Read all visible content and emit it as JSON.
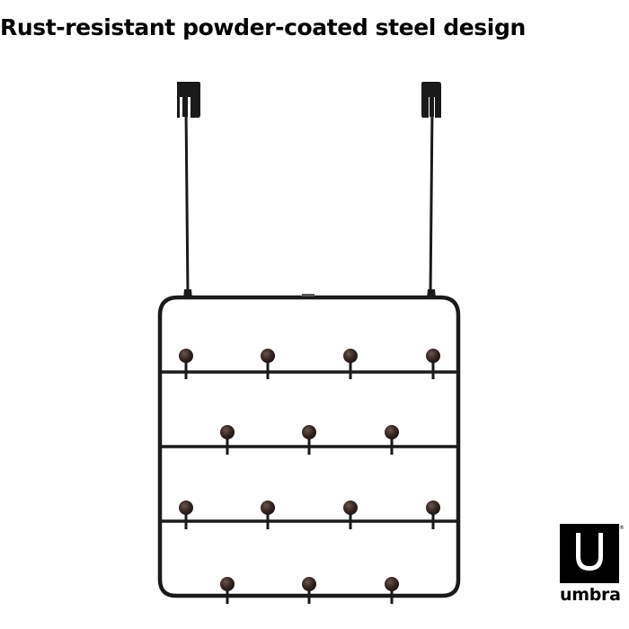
{
  "headline": "Rust-resistant powder-coated steel design",
  "brand": {
    "name": "umbra",
    "symbol": "®"
  },
  "product": {
    "name": "over-door hook rack",
    "hook_rows": [
      4,
      3,
      4,
      3
    ],
    "colors": {
      "frame": "#1a1a1a",
      "knob": "#3a2a25",
      "knob_highlight": "#6a5550"
    }
  }
}
